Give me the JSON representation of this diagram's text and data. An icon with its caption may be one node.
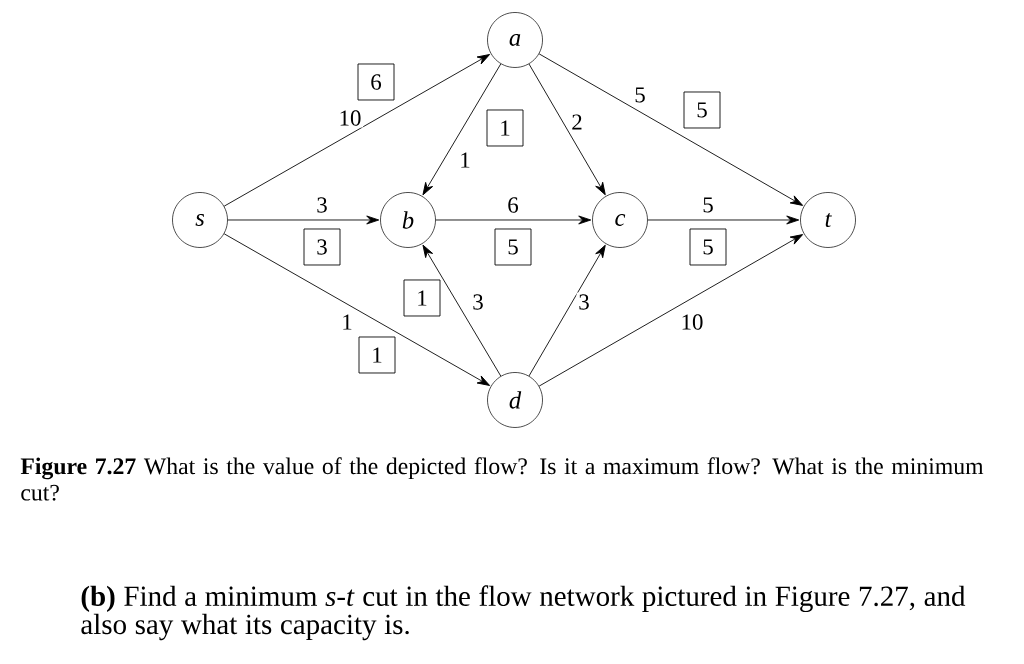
{
  "diagram": {
    "caption": "**Figure 7.27** What is the value of the depicted flow? Is it a maximum flow? What is the minimum cut?",
    "nodes": [
      {
        "text": [
          "s"
        ]
      },
      {
        "text": [
          "a"
        ]
      },
      {
        "text": [
          "b"
        ]
      },
      {
        "text": [
          "c"
        ]
      },
      {
        "text": [
          "d"
        ]
      },
      {
        "text": [
          "t"
        ]
      }
    ],
    "edges": [
      {
        "from": 0,
        "to": 1,
        "arrow": "to",
        "label": "10"
      },
      {
        "from": 0,
        "to": 2,
        "arrow": "to",
        "label": "3"
      },
      {
        "from": 0,
        "to": 4,
        "arrow": "to",
        "label": "1"
      },
      {
        "from": 1,
        "to": 2,
        "arrow": "to",
        "label": "1"
      },
      {
        "from": 1,
        "to": 3,
        "arrow": "to",
        "label": "2"
      },
      {
        "from": 1,
        "to": 5,
        "arrow": "to",
        "label": "5"
      },
      {
        "from": 2,
        "to": 3,
        "arrow": "to",
        "label": "6"
      },
      {
        "from": 4,
        "to": 2,
        "arrow": "to",
        "label": "3"
      },
      {
        "from": 4,
        "to": 3,
        "arrow": "to",
        "label": "3"
      },
      {
        "from": 3,
        "to": 5,
        "arrow": "to",
        "label": "5"
      },
      {
        "from": 4,
        "to": 5,
        "arrow": "to",
        "label": "10"
      }
    ],
    "labels": [
      "6",
      "5",
      "1",
      "3",
      "5",
      "5",
      "1",
      "1",
      "**(b)** Find a minimum *s-t* cut in the flow network pictured in Figure 7.27, and also say what its capacity is."
    ]
  }
}
